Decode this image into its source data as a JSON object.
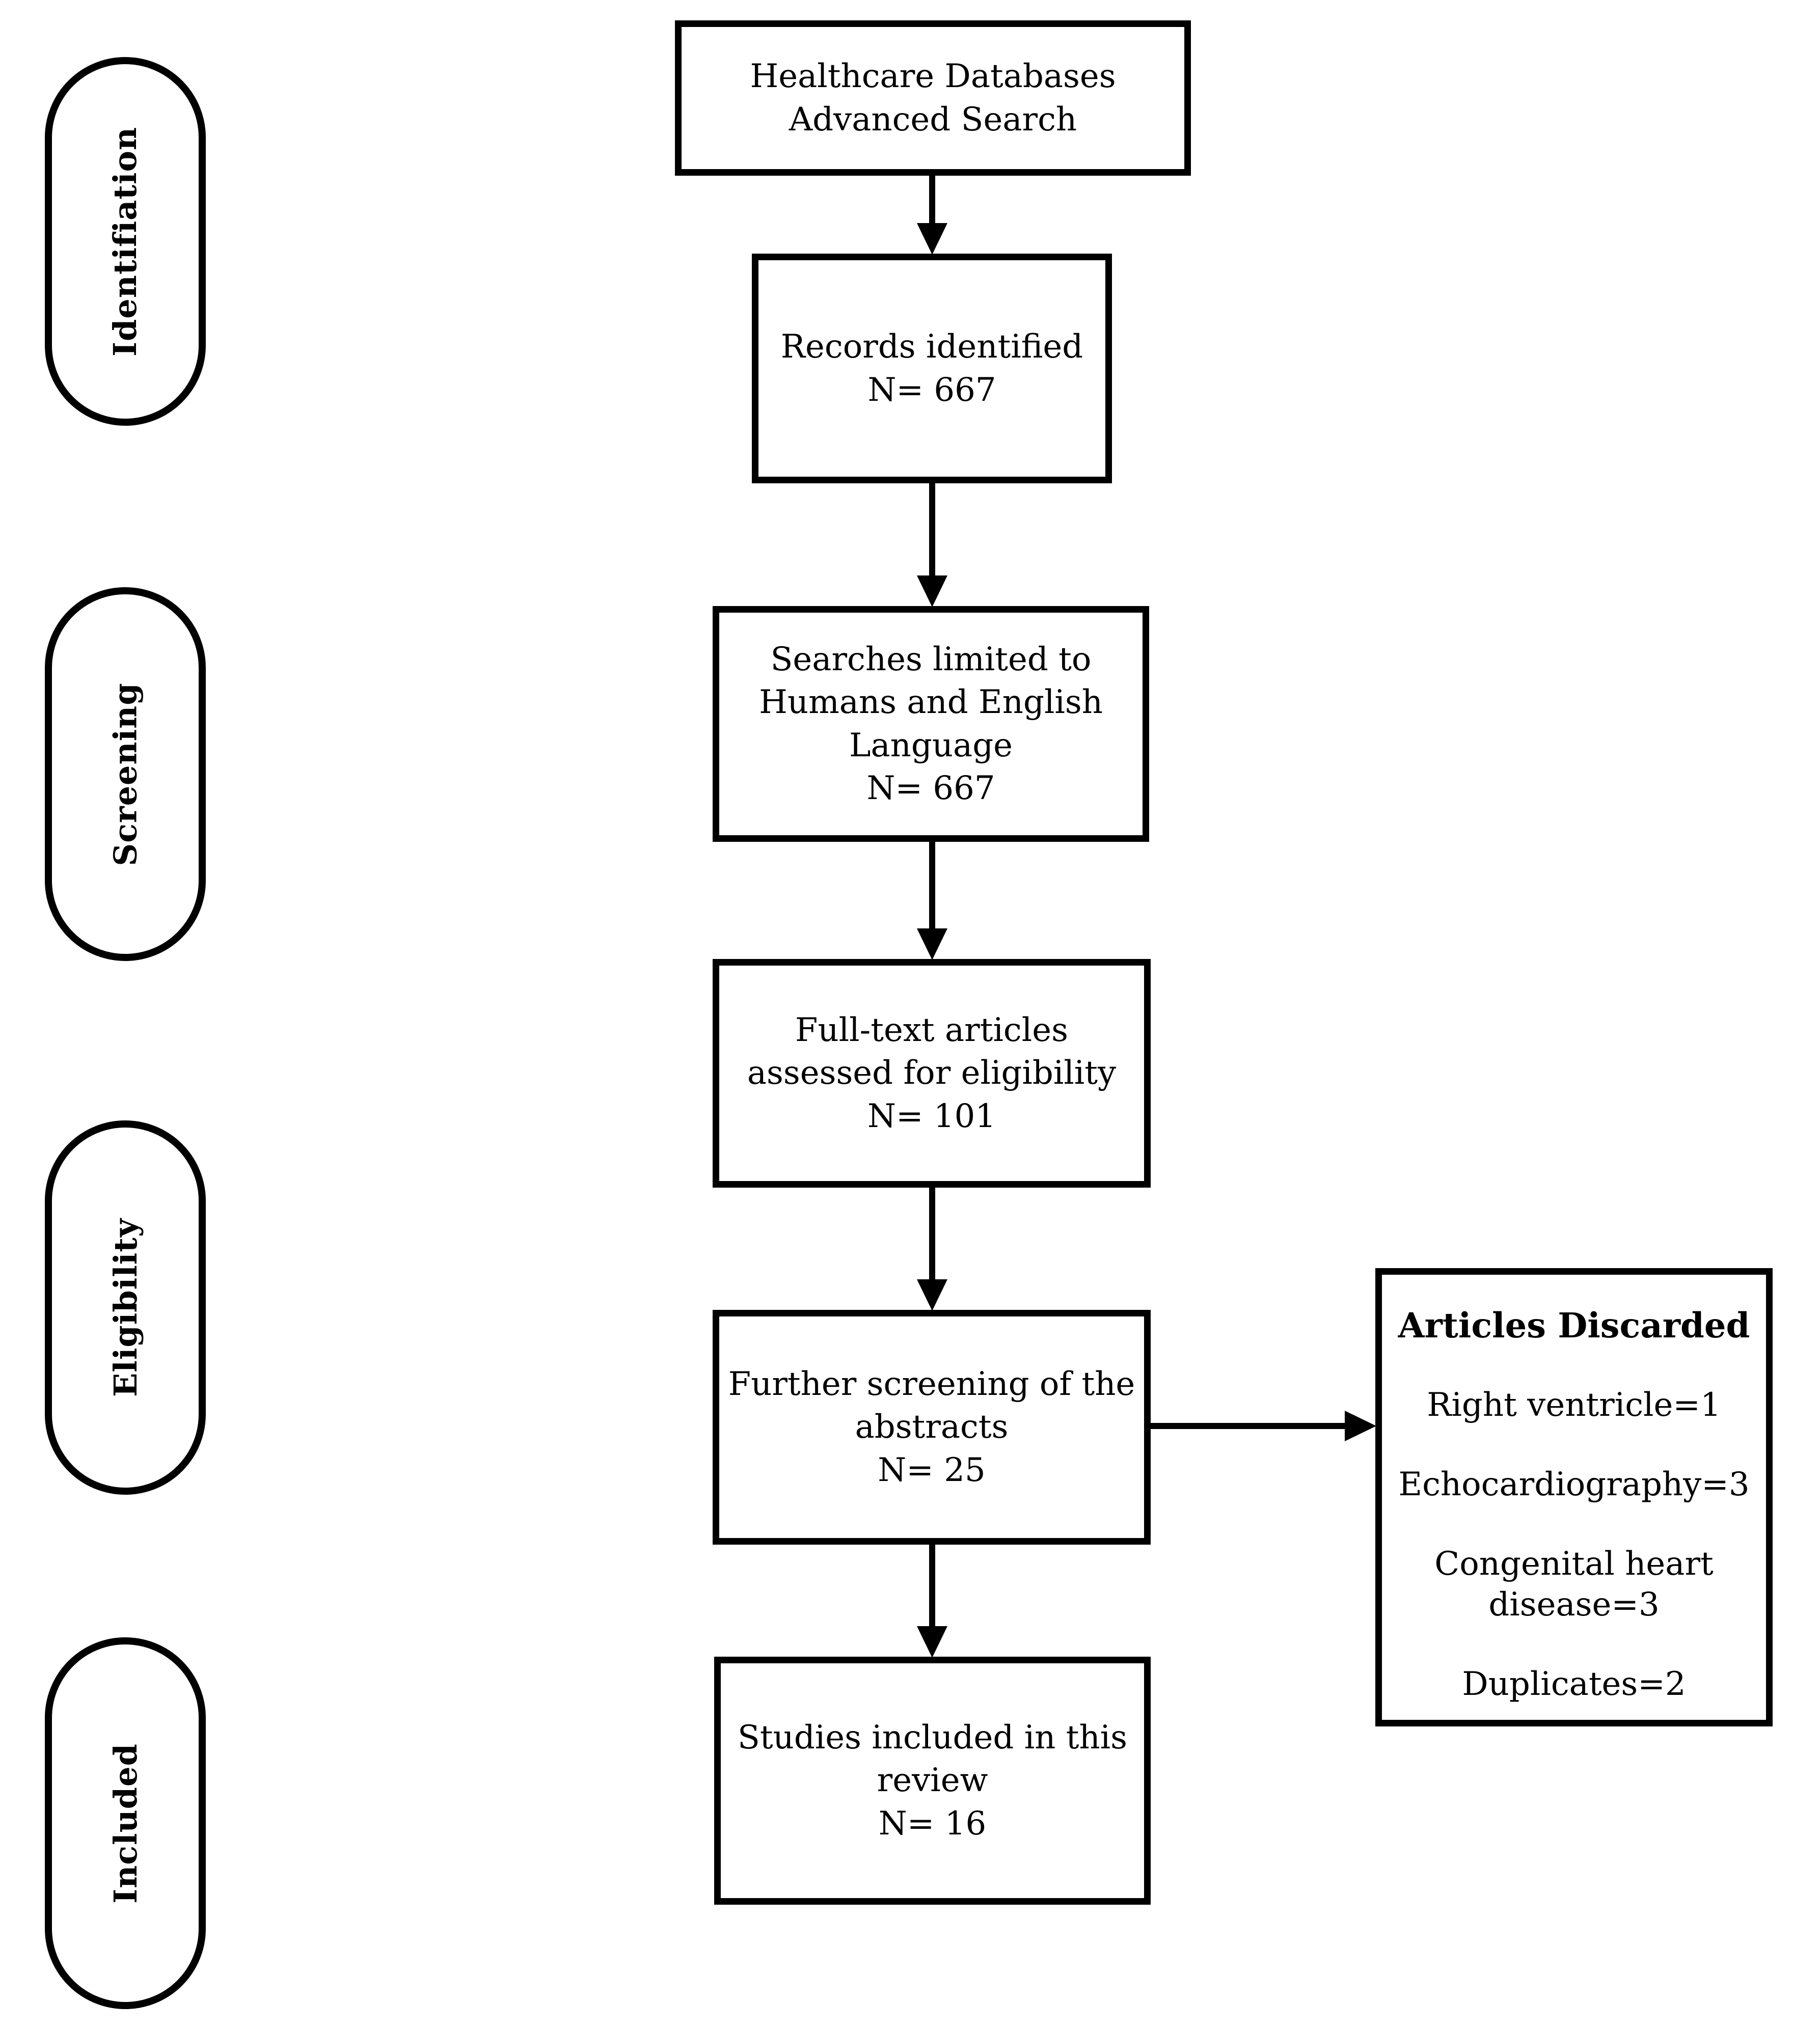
{
  "stages": [
    {
      "label": "Identifiation"
    },
    {
      "label": "Screening"
    },
    {
      "label": "Eligibility"
    },
    {
      "label": "Included"
    }
  ],
  "boxes": [
    {
      "text": "Healthcare Databases\nAdvanced Search"
    },
    {
      "text": "Records identified\nN= 667"
    },
    {
      "text": "Searches limited to\nHumans and English\nLanguage\nN= 667"
    },
    {
      "text": "Full-text articles\nassessed for eligibility\nN= 101"
    },
    {
      "text": "Further screening of the\nabstracts\nN= 25"
    },
    {
      "text": "Studies included in this\nreview\nN= 16"
    }
  ],
  "discard_box": {
    "title": "Articles Discarded",
    "items": [
      "Right ventricle=1",
      "Echocardiography=3",
      "Congenital heart disease=3",
      "Duplicates=2"
    ]
  },
  "colors": {
    "ink": "#000000",
    "background": "#ffffff"
  }
}
